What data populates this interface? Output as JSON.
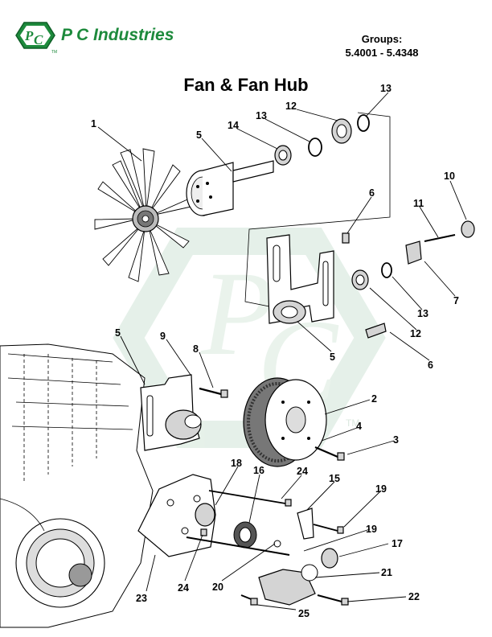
{
  "header": {
    "company": "P C Industries",
    "logo_letters": "PC",
    "groups_label": "Groups:",
    "groups_range": "5.4001 - 5.4348"
  },
  "title": "Fan & Fan Hub",
  "watermark_mark": "TM",
  "colors": {
    "brand_green": "#1d8a3c",
    "watermark": "#e3efe7"
  },
  "callouts": {
    "c1": "1",
    "c5a": "5",
    "c14": "14",
    "c13a": "13",
    "c12a": "12",
    "c13b": "13",
    "c6a": "6",
    "c10": "10",
    "c11": "11",
    "c7": "7",
    "c13c": "13",
    "c12b": "12",
    "c5b": "5",
    "c6b": "6",
    "c5c": "5",
    "c9": "9",
    "c8": "8",
    "c2": "2",
    "c4": "4",
    "c3": "3",
    "c18": "18",
    "c16": "16",
    "c24a": "24",
    "c15": "15",
    "c19a": "19",
    "c19b": "19",
    "c17": "17",
    "c21": "21",
    "c22": "22",
    "c20": "20",
    "c24b": "24",
    "c23": "23",
    "c25": "25"
  }
}
